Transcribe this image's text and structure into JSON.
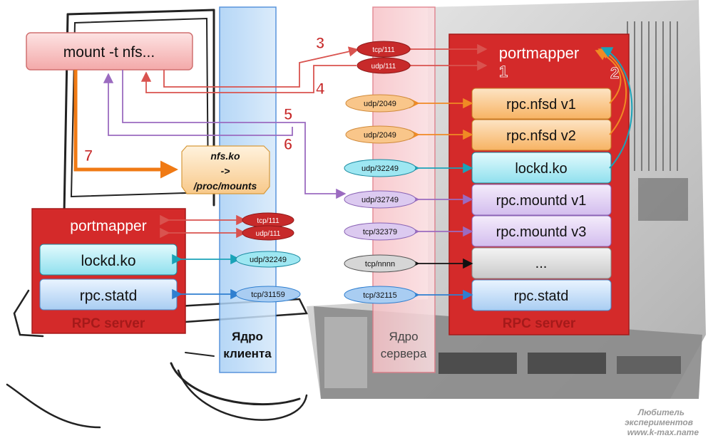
{
  "client": {
    "command": "mount -t nfs...",
    "nfs_box": {
      "line1": "nfs.ko",
      "line2": "->",
      "line3": "/proc/mounts"
    },
    "server_box": {
      "title": "portmapper",
      "lockd": "lockd.ko",
      "statd": "rpc.statd",
      "footer": "RPC server"
    },
    "kernel_label": {
      "line1": "Ядро",
      "line2": "клиента"
    }
  },
  "server": {
    "title": "portmapper",
    "services": {
      "nfsd_v1": "rpc.nfsd v1",
      "nfsd_v2": "rpc.nfsd v2",
      "lockd": "lockd.ko",
      "mountd_v1": "rpc.mountd v1",
      "mountd_v3": "rpc.mountd v3",
      "other": "...",
      "statd": "rpc.statd"
    },
    "footer": "RPC server",
    "kernel_label": {
      "line1": "Ядро",
      "line2": "сервера"
    }
  },
  "client_ports": {
    "tcp111": "tcp/111",
    "udp111": "udp/111",
    "udp32249": "udp/32249",
    "tcp31159": "tcp/31159"
  },
  "server_ports": {
    "tcp111": "tcp/111",
    "udp111": "udp/111",
    "udp2049a": "udp/2049",
    "udp2049b": "udp/2049",
    "udp32249": "udp/32249",
    "udp32749": "udp/32749",
    "tcp32379": "tcp/32379",
    "tcpnnnn": "tcp/nnnn",
    "tcp32115": "tcp/32115"
  },
  "steps": {
    "s1": "1",
    "s2": "2",
    "s3": "3",
    "s4": "4",
    "s5": "5",
    "s6": "6",
    "s7": "7"
  },
  "watermark": {
    "line1": "Любитель",
    "line2": "экспериментов",
    "line3": "www.k-max.name"
  },
  "colors": {
    "red_panel": "#d42a2a",
    "red_arrow": "#d9534f",
    "orange": "#f08a24",
    "teal": "#1aa3b8",
    "purple": "#9b6bc0",
    "blue_arrow": "#2f7fd0"
  }
}
